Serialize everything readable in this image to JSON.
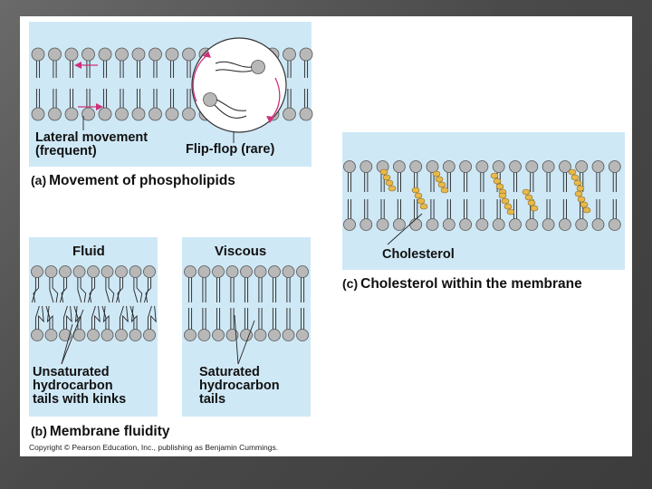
{
  "panel_a": {
    "label_lateral": "Lateral movement\n(frequent)",
    "label_flipflop": "Flip-flop (rare)",
    "caption_letter": "(a)",
    "caption_text": "Movement of phospholipids"
  },
  "panel_b": {
    "fluid_title": "Fluid",
    "viscous_title": "Viscous",
    "label_unsaturated": "Unsaturated\nhydrocarbon\ntails with kinks",
    "label_saturated": "Saturated\nhydrocarbon\ntails",
    "caption_letter": "(b)",
    "caption_text": "Membrane fluidity"
  },
  "panel_c": {
    "label_cholesterol": "Cholesterol",
    "caption_letter": "(c)",
    "caption_text": "Cholesterol within the membrane"
  },
  "copyright": "Copyright © Pearson Education, Inc., publishing as Benjamin Cummings.",
  "colors": {
    "panel_bg": "#cfe8f6",
    "head_fill": "#b8b8b8",
    "cholesterol": "#e8b84a",
    "arrow": "#d0307a"
  }
}
